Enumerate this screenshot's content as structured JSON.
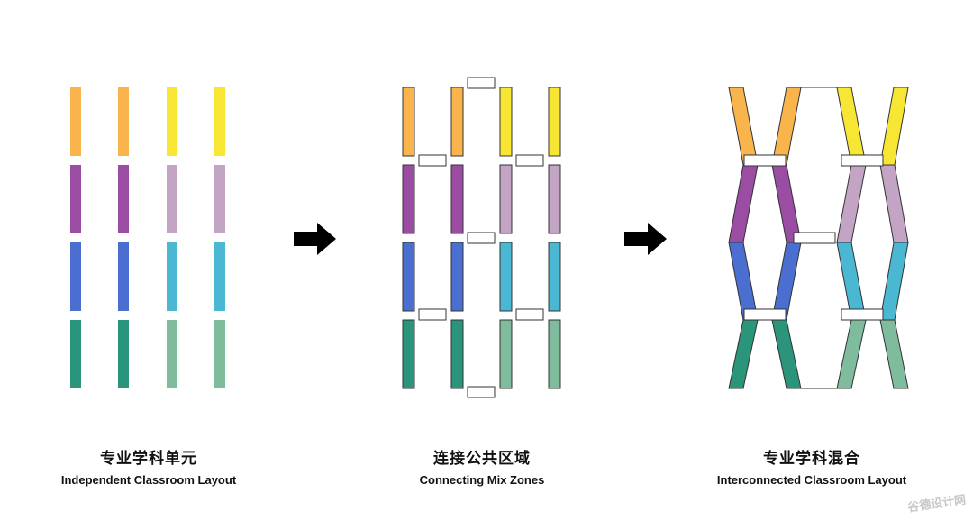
{
  "panels": [
    {
      "title_cn": "专业学科单元",
      "title_en": "Independent Classroom Layout"
    },
    {
      "title_cn": "连接公共区域",
      "title_en": "Connecting Mix Zones"
    },
    {
      "title_cn": "专业学科混合",
      "title_en": "Interconnected Classroom Layout"
    }
  ],
  "watermark": "谷德设计网",
  "colors": {
    "orange": "#F9B44C",
    "purple": "#9B4DA3",
    "blue": "#4A6FD0",
    "green": "#2A957A",
    "yellow": "#F7E634",
    "lilac": "#C3A4C4",
    "cyan": "#4AB7D3",
    "sage": "#7FBB9D",
    "arrow": "#000000",
    "outline": "#333333"
  },
  "grid_colors": [
    [
      "orange",
      "orange",
      "yellow",
      "yellow"
    ],
    [
      "purple",
      "purple",
      "lilac",
      "lilac"
    ],
    [
      "blue",
      "blue",
      "cyan",
      "cyan"
    ],
    [
      "green",
      "green",
      "sage",
      "sage"
    ]
  ],
  "arrows": [
    "right-arrow-1",
    "right-arrow-2"
  ]
}
